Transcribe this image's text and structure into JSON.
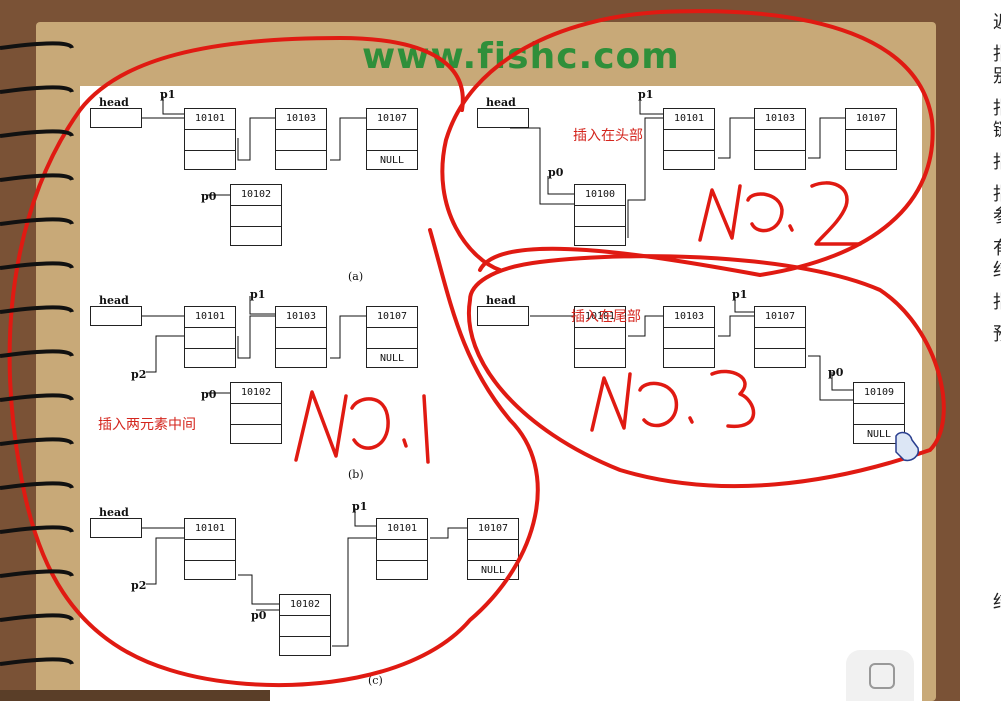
{
  "website": "www.fishc.com",
  "labels": {
    "head": "head",
    "p1": "p1",
    "p2": "p2",
    "p0": "p0",
    "null": "NULL",
    "cap_a": "(a)",
    "cap_b": "(b)",
    "cap_c": "(c)"
  },
  "nodes": {
    "n10101": "10101",
    "n10103": "10103",
    "n10107": "10107",
    "n10102": "10102",
    "n10100": "10100",
    "n10109": "10109"
  },
  "annotations": {
    "insert_head": "插入在头部",
    "insert_middle": "插入两元素中间",
    "insert_tail": "插入在尾部",
    "no1": "No.1",
    "no2": "No.2",
    "no3": "No.3"
  },
  "right_panel": [
    "返",
    "指",
    "别",
    "指",
    "链",
    "指",
    "指",
    "参",
    "有",
    "结",
    "指",
    "预",
    "结"
  ],
  "colors": {
    "frame": "#c8a978",
    "wood": "#7a5236",
    "site_text": "#2f8f3a",
    "annotation": "#d4261e"
  }
}
